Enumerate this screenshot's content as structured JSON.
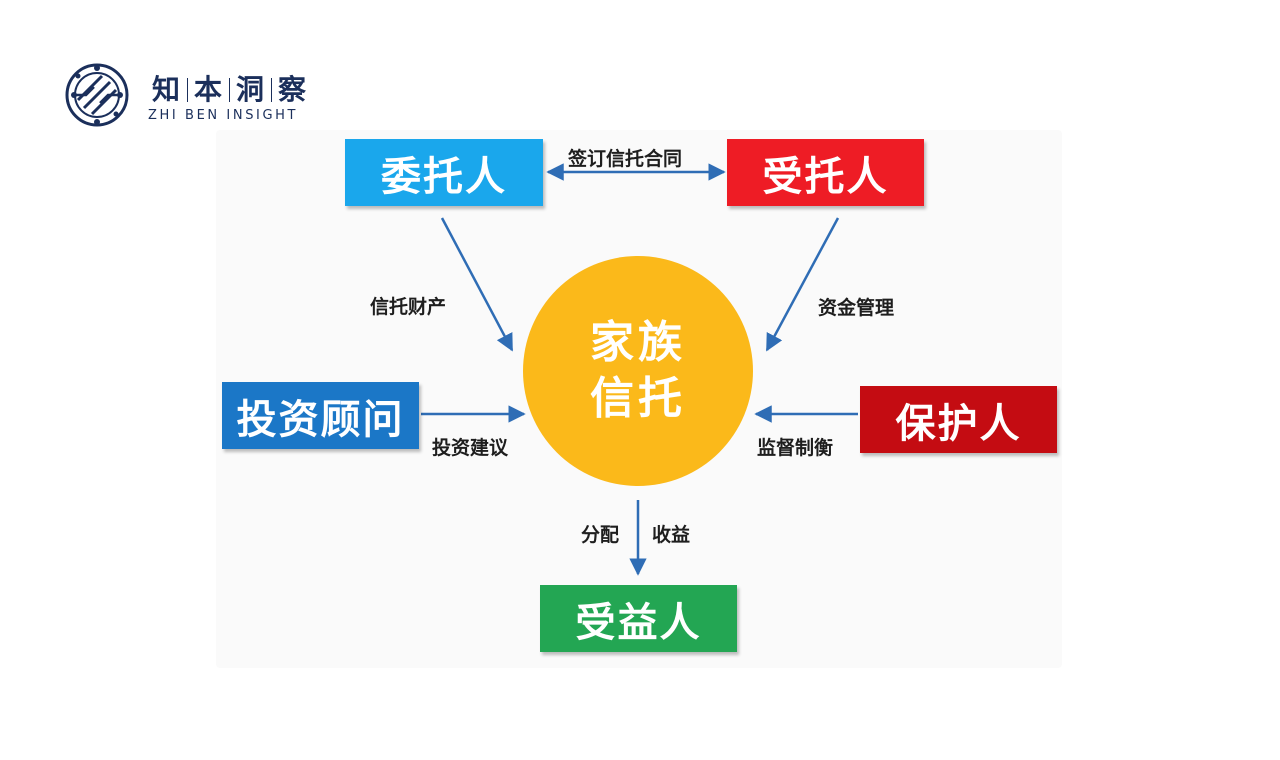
{
  "logo": {
    "icon": "circuit-globe-icon",
    "cn_chars": [
      "知",
      "本",
      "洞",
      "察"
    ],
    "en": "ZHI BEN INSIGHT",
    "color": "#1b2f5b"
  },
  "diagram": {
    "center": {
      "line1": "家族",
      "line2": "信托",
      "color": "#fbb91a"
    },
    "nodes": {
      "settlor": {
        "label": "委托人",
        "color": "#1aa7ec"
      },
      "trustee": {
        "label": "受托人",
        "color": "#ee1c25"
      },
      "advisor": {
        "label": "投资顾问",
        "color": "#1b77c7"
      },
      "protector": {
        "label": "保护人",
        "color": "#c40c12"
      },
      "beneficiary": {
        "label": "受益人",
        "color": "#23a653"
      }
    },
    "edges": {
      "settlor_trustee": "签订信托合同",
      "settlor_center": "信托财产",
      "trustee_center": "资金管理",
      "advisor_center": "投资建议",
      "protector_center": "监督制衡",
      "center_beneficiary_left": "分配",
      "center_beneficiary_right": "收益"
    },
    "arrow_color": "#2f6db5"
  }
}
